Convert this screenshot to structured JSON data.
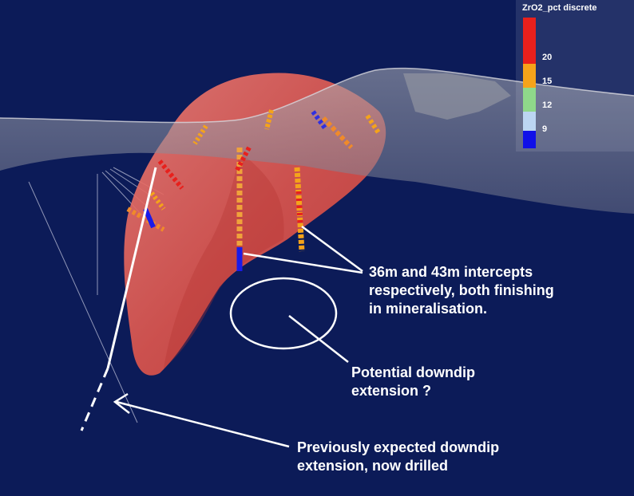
{
  "annotations": {
    "intercepts_line1": "36m and 43m intercepts",
    "intercepts_line2": "respectively, both finishing",
    "intercepts_line3": "in mineralisation.",
    "downdip_line1": "Potential downdip",
    "downdip_line2": "extension ?",
    "previous_line1": "Previously expected downdip",
    "previous_line2": "extension, now drilled"
  },
  "legend": {
    "title": "ZrO2_pct discrete",
    "entries": [
      {
        "label": "20",
        "color": "#e8201c"
      },
      {
        "label": "15",
        "color": "#f5a31a"
      },
      {
        "label": "12",
        "color": "#8fd88a"
      },
      {
        "label": "9",
        "color": "#bcd6f2"
      },
      {
        "label": "",
        "color": "#1010e8"
      }
    ]
  },
  "colors": {
    "background": "#0c1b58",
    "orebody": "#e0574f",
    "surface": "#8a8e9c",
    "annotation": "#ffffff"
  }
}
